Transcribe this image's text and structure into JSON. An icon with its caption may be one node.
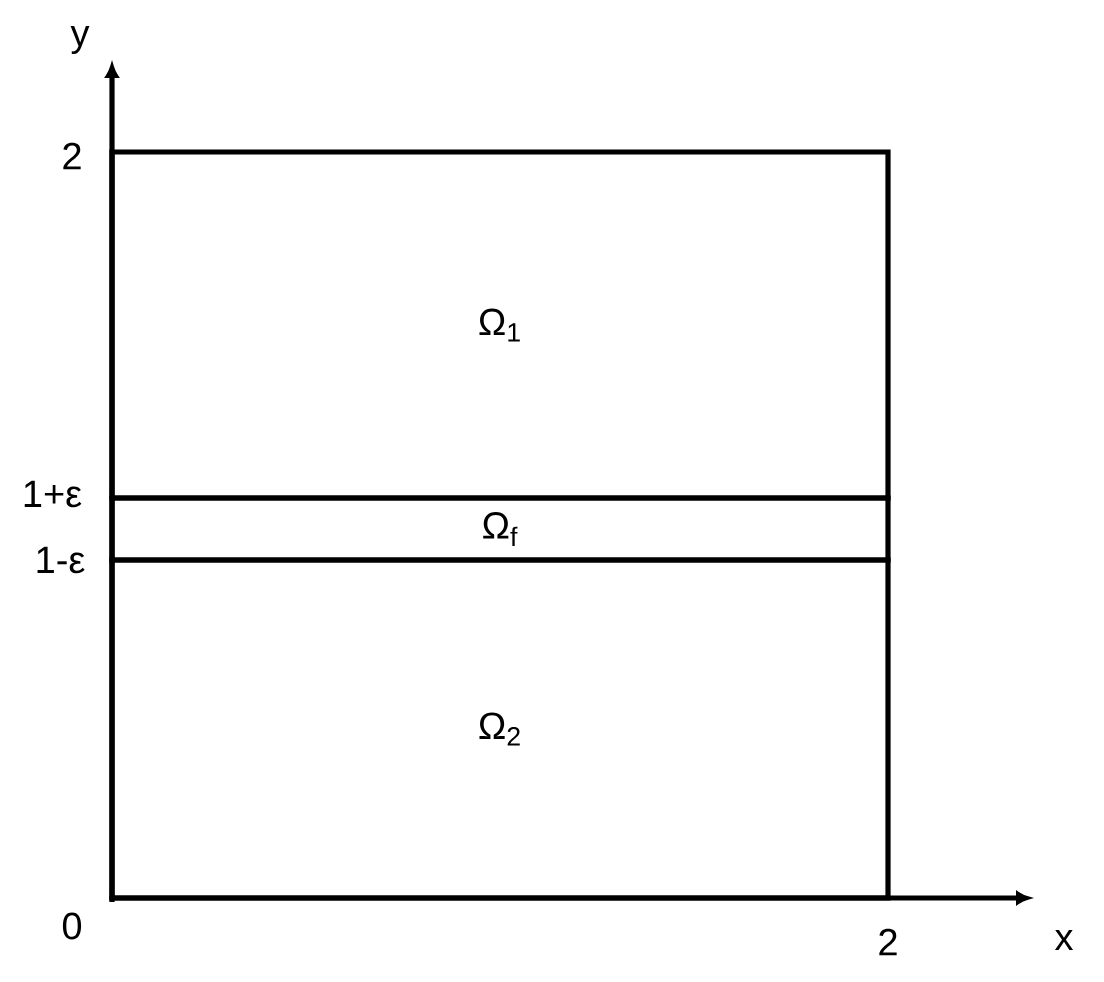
{
  "diagram": {
    "nodes": [
      {
        "text": [
          "Ω$_{1}$"
        ]
      },
      {
        "text": [
          "Ω$_{f}$"
        ]
      },
      {
        "text": [
          "Ω$_{2}$"
        ]
      }
    ],
    "labels": [
      "y",
      "2",
      "1+ε",
      "1-ε",
      "0",
      "2",
      "x"
    ]
  }
}
